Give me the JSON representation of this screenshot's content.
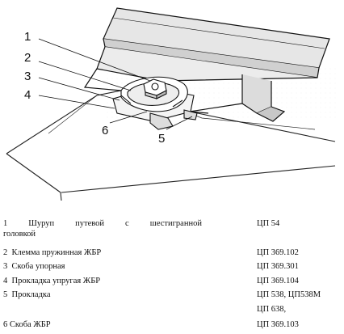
{
  "callouts": [
    "1",
    "2",
    "3",
    "4",
    "5",
    "6"
  ],
  "parts": [
    {
      "num": "1",
      "desc_words": [
        "Шуруп",
        "путевой",
        "с",
        "шестигранной"
      ],
      "desc_cont": "головкой",
      "code": "ЦП 54"
    },
    {
      "num": "2",
      "desc": "Клемма пружинная ЖБР",
      "code": "ЦП 369.102"
    },
    {
      "num": "3",
      "desc": "Скоба упорная",
      "code": "ЦП 369.301"
    },
    {
      "num": "4",
      "desc": "Прокладка упругая ЖБР",
      "code": "ЦП 369.104"
    },
    {
      "num": "5",
      "desc": "Прокладка",
      "code": "ЦП 538, ЦП538М",
      "code_cont": "ЦП 638,"
    },
    {
      "num": "6",
      "desc": "Скоба ЖБР",
      "code": "ЦП 369.103"
    }
  ]
}
